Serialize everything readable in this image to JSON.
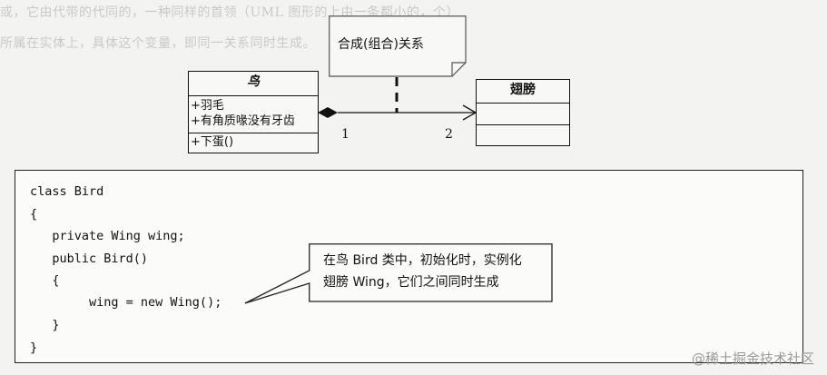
{
  "background_text": {
    "line1": "或，它由代带的代同的，一种同样的首领（UML 图形的上由一条都小的，个）",
    "line2": "所属在实体上，具体这个变量，即同一关系同时生成。"
  },
  "note": {
    "label": "合成(组合)关系"
  },
  "bird_class": {
    "name": "鸟",
    "attributes": [
      "+羽毛",
      "+有角质喙没有牙齿"
    ],
    "operations": [
      "+下蛋()"
    ]
  },
  "wing_class": {
    "name": "翅膀"
  },
  "association": {
    "source_multiplicity": "1",
    "target_multiplicity": "2"
  },
  "code": {
    "lines": [
      "class Bird",
      "{",
      "   private Wing wing;",
      "   public Bird()",
      "   {",
      "        wing = new Wing();",
      "   }",
      "}"
    ]
  },
  "callout": {
    "line1": "在鸟 Bird 类中，初始化时，实例化",
    "line2": "翅膀 Wing，它们之间同时生成"
  },
  "watermark": "@稀土掘金技术社区"
}
